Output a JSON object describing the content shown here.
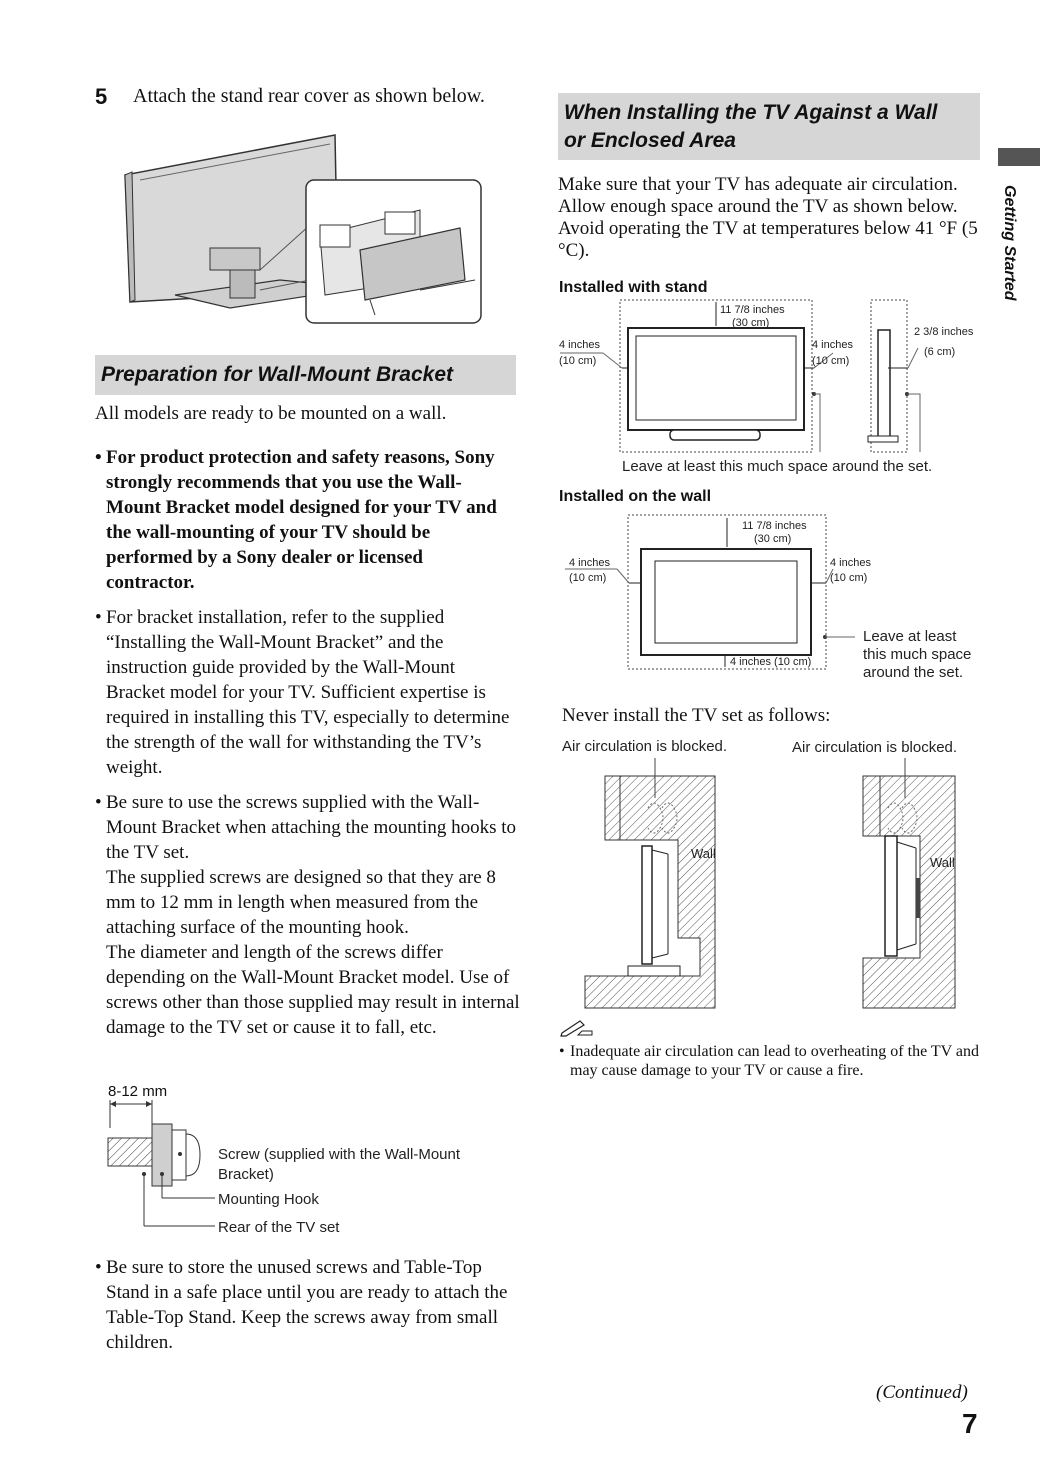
{
  "step5": {
    "number": "5",
    "text": "Attach the stand rear cover as shown below."
  },
  "prep": {
    "heading": "Preparation for Wall-Mount Bracket",
    "intro": "All models are ready to be mounted on a wall.",
    "bullet1": "For product protection and safety reasons, Sony strongly recommends that you use the Wall-Mount Bracket model designed for your TV and the wall-mounting of your TV should be performed by a Sony dealer or licensed contractor.",
    "bullet2": "For bracket installation, refer to the supplied “Installing the Wall-Mount Bracket” and the instruction guide provided by the Wall-Mount Bracket model for your TV. Sufficient expertise is required in installing this TV, especially to determine the strength of the wall for withstanding the TV’s weight.",
    "bullet3_a": "Be sure to use the screws supplied with the Wall-Mount Bracket when attaching the mounting hooks to the TV set.",
    "bullet3_b": "The supplied screws are designed so that they are 8 mm to 12 mm in length when measured from the attaching surface of the mounting hook.",
    "bullet3_c": "The diameter and length of the screws differ depending on the Wall-Mount Bracket model. Use of screws other than those supplied may result in internal damage to the TV set or cause it to fall, etc.",
    "bullet4": "Be sure to store the unused screws and Table-Top Stand in a safe place until you are ready to attach the Table-Top Stand. Keep the screws away from small children."
  },
  "screw_diagram": {
    "dimension": "8-12 mm",
    "screw_label_1": "Screw (supplied with the Wall-Mount",
    "screw_label_2": "Bracket)",
    "hook_label": "Mounting Hook",
    "rear_label": "Rear of the TV set"
  },
  "wall": {
    "heading_1": "When Installing the TV Against a Wall",
    "heading_2": "or Enclosed Area",
    "intro": "Make sure that your TV has adequate air circulation. Allow enough space around the TV as shown below. Avoid operating the TV at temperatures below 41 °F (5 °C).",
    "stand_heading": "Installed with stand",
    "wall_heading": "Installed on the wall",
    "never": "Never install the TV set as follows:",
    "blocked_1": "Air circulation is blocked.",
    "blocked_2": "Air circulation is blocked.",
    "wall_label_1": "Wall",
    "wall_label_2": "Wall",
    "note": "Inadequate air circulation can lead to overheating of the TV and may cause damage to your TV or cause a fire."
  },
  "stand_diagram": {
    "top_1": "11 7/8 inches",
    "top_2": "(30 cm)",
    "left_1": "4 inches",
    "left_2": "(10 cm)",
    "right_1": "4 inches",
    "right_2": "(10 cm)",
    "side_1": "2 3/8 inches",
    "side_2": "(6 cm)",
    "caption": "Leave at least this much space around the set."
  },
  "wall_diagram": {
    "top_1": "11 7/8 inches",
    "top_2": "(30 cm)",
    "left_1": "4 inches",
    "left_2": "(10 cm)",
    "right_1": "4 inches",
    "right_2": "(10 cm)",
    "bottom": "4 inches (10 cm)",
    "caption_1": "Leave at least",
    "caption_2": "this much space",
    "caption_3": "around the set."
  },
  "side_tab": "Getting Started",
  "continued": "(Continued)",
  "page_number": "7"
}
